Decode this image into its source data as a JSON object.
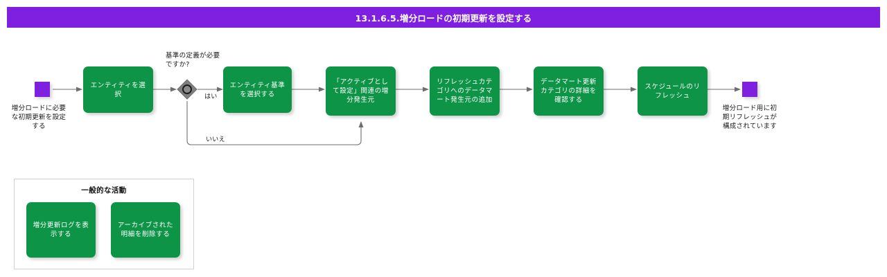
{
  "header": {
    "title": "13.1.6.5.増分ロードの初期更新を設定する",
    "bar_color": "#7F1FE0"
  },
  "colors": {
    "process_green": "#0E9447",
    "terminator_purple": "#7F1FE0",
    "decision_gray": "#808080",
    "connector_gray": "#666666",
    "panel_border": "#D0D0D0"
  },
  "flow": {
    "start": {
      "marker_name": "start-terminator",
      "caption": "増分ロードに必要な初期更新を設定する"
    },
    "end": {
      "marker_name": "end-terminator",
      "caption": "増分ロード用に初期リフレッシュが構成されています"
    },
    "decision": {
      "question": "基準の定義が必要ですか?",
      "yes_label": "はい",
      "no_label": "いいえ"
    },
    "steps": [
      {
        "id": "select-entity",
        "label": "エンティティを選択"
      },
      {
        "id": "select-entity-criteria",
        "label": "エンティティ基準を選択する"
      },
      {
        "id": "set-active-incremental-source",
        "label": "「アクティブとして設定」関連の増分発生元"
      },
      {
        "id": "add-datamart-source-to-refresh-category",
        "label": "リフレッシュカテゴリへのデータマート発生元の追加"
      },
      {
        "id": "verify-datamart-update-category",
        "label": "データマート更新カテゴリの詳細を確認する"
      },
      {
        "id": "refresh-schedule",
        "label": "スケジュールのリフレッシュ"
      }
    ]
  },
  "common_activities": {
    "title": "一般的な活動",
    "items": [
      {
        "id": "view-incremental-update-log",
        "label": "増分更新ログを表示する"
      },
      {
        "id": "delete-archived-details",
        "label": "アーカイブされた明細を削除する"
      }
    ]
  }
}
